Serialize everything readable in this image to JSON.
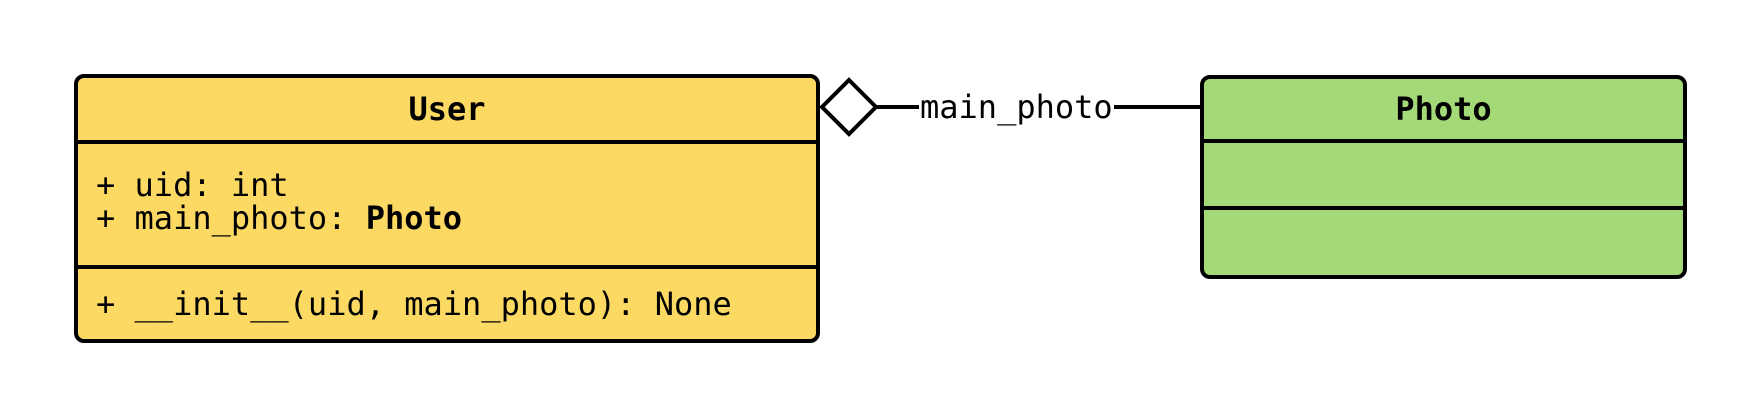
{
  "diagram": {
    "colors": {
      "background": "#FFFFFF",
      "stroke": "#000000",
      "user_fill": "#FBD963",
      "photo_fill": "#A3D977",
      "diamond_fill": "#FFFFFF"
    },
    "classes": [
      {
        "name": "User",
        "attributes": [
          {
            "text": "+ uid: int",
            "bold": ""
          },
          {
            "text": "+ main_photo: ",
            "bold": "Photo"
          }
        ],
        "methods": [
          {
            "text": "+ __init__(uid, main_photo): None",
            "bold": ""
          }
        ]
      },
      {
        "name": "Photo",
        "attributes": [],
        "methods": []
      }
    ],
    "relationship": {
      "type": "aggregation",
      "label": "main_photo",
      "diamond_end": "User",
      "plain_end": "Photo"
    }
  }
}
